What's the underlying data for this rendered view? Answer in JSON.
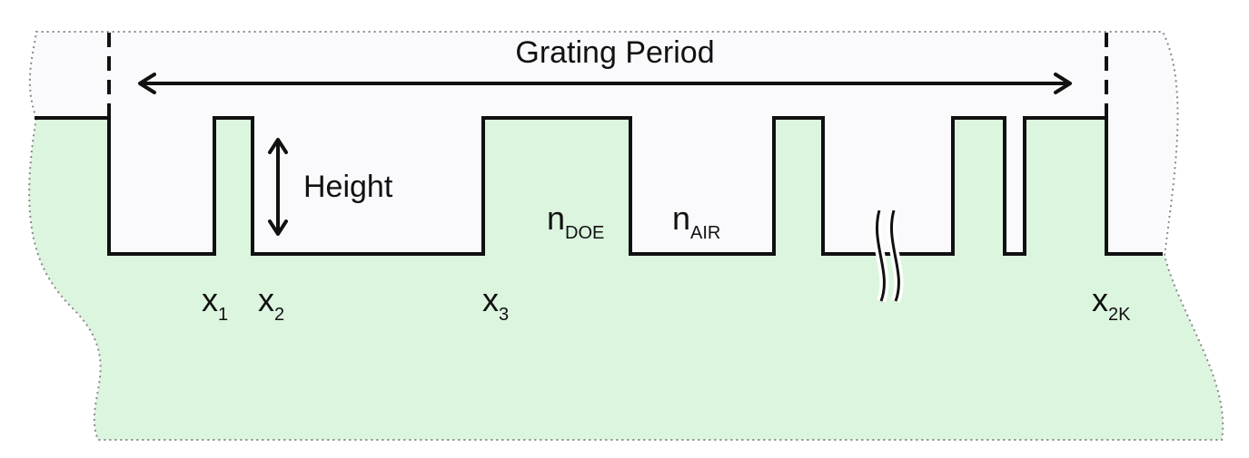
{
  "diagram": {
    "title": "Grating Period",
    "height_label": "Height",
    "media": {
      "doe": {
        "base": "n",
        "sub": "DOE"
      },
      "air": {
        "base": "n",
        "sub": "AIR"
      }
    },
    "transitions": [
      {
        "base": "x",
        "sub": "1"
      },
      {
        "base": "x",
        "sub": "2"
      },
      {
        "base": "x",
        "sub": "3"
      },
      {
        "base": "x",
        "sub": "2K"
      }
    ]
  },
  "colors": {
    "material_fill": "#dcf5df",
    "air_fill": "#fafafd",
    "line": "#111111",
    "border_dotted": "#888888"
  }
}
